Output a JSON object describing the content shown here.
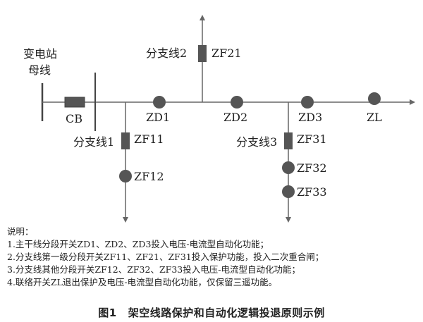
{
  "labels": {
    "substation_line1": "变电站",
    "substation_line2": "母线",
    "cb": "CB",
    "zd1": "ZD1",
    "zd2": "ZD2",
    "zd3": "ZD3",
    "zl": "ZL",
    "branch1": "分支线1",
    "branch2": "分支线2",
    "branch3": "分支线3",
    "zf11": "ZF11",
    "zf12": "ZF12",
    "zf21": "ZF21",
    "zf31": "ZF31",
    "zf32": "ZF32",
    "zf33": "ZF33"
  },
  "notes": {
    "title": "说明：",
    "items": [
      "1.主干线分段开关ZD1、ZD2、ZD3投入电压-电流型自动化功能；",
      "2.分支线第一级分段开关ZF11、ZF21、ZF31投入保护功能，投入二次重合闸；",
      "3.分支线其他分段开关ZF12、ZF32、ZF33投入电压-电流型自动化功能；",
      "4.联络开关ZL退出保护及电压-电流型自动化功能，仅保留三遥功能。"
    ]
  },
  "caption": {
    "number": "图1",
    "text": "架空线路保护和自动化逻辑投退原则示例"
  },
  "colors": {
    "line": "#666666",
    "switch_fill": "#555555",
    "text": "#222222"
  }
}
